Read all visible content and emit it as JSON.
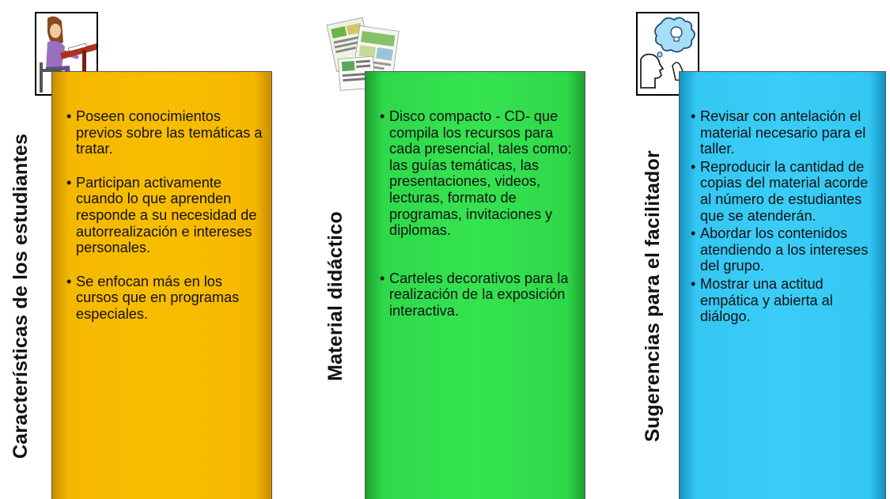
{
  "columns": [
    {
      "title": "Características de los estudiantes",
      "icon": "student-writing-icon",
      "color": "#f8bd00",
      "bullets": [
        "Poseen conocimientos previos sobre las temáticas a tratar.",
        "Participan activamente cuando lo que aprenden responde a su necesidad de autorrealización e intereses personales.",
        "Se enfocan más en los cursos que en programas especiales."
      ]
    },
    {
      "title": "Material didáctico",
      "icon": "printed-materials-icon",
      "color": "#35e350",
      "bullets": [
        "Disco compacto - CD- que compila los recursos para cada presencial, tales como: las guías temáticas, las presentaciones, videos, lecturas, formato de programas, invitaciones y diplomas.",
        "Carteles decorativos para la realización de la exposición interactiva."
      ]
    },
    {
      "title": "Sugerencias para el facilitador",
      "icon": "thinking-person-idea-icon",
      "color": "#3acdf6",
      "bullets": [
        "Revisar con antelación el material necesario para el taller.",
        "Reproducir la cantidad de copias del material acorde al número de estudiantes que se atenderán.",
        "Abordar los contenidos atendiendo a los intereses del grupo.",
        "Mostrar una actitud empática y abierta al diálogo."
      ]
    }
  ]
}
